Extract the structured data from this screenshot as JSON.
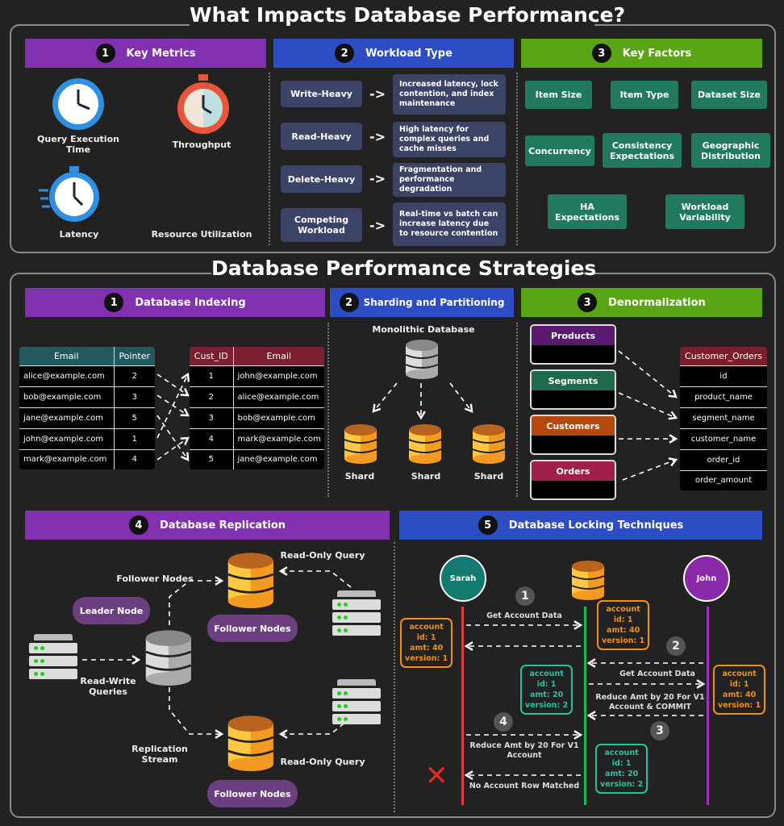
{
  "title": "What Impacts Database Performance?",
  "impacts": {
    "metrics": {
      "num": "1",
      "label": "Key Metrics",
      "items": [
        "Query Execution Time",
        "Throughput",
        "Latency",
        "Resource Utilization"
      ]
    },
    "workload": {
      "num": "2",
      "label": "Workload Type",
      "rows": [
        {
          "type": "Write-Heavy",
          "effect": "Increased latency, lock contention, and index maintenance"
        },
        {
          "type": "Read-Heavy",
          "effect": "High latency for complex queries and cache misses"
        },
        {
          "type": "Delete-Heavy",
          "effect": "Fragmentation and performance degradation"
        },
        {
          "type": "Competing Workload",
          "effect": "Real-time vs batch can increase latency due to resource contention"
        }
      ]
    },
    "factors": {
      "num": "3",
      "label": "Key Factors",
      "items": [
        "Item Size",
        "Item Type",
        "Dataset Size",
        "Concurrency",
        "Consistency Expectations",
        "Geographic Distribution",
        "HA Expectations",
        "Workload Variability"
      ]
    }
  },
  "strategies_title": "Database Performance Strategies",
  "indexing": {
    "num": "1",
    "label": "Database Indexing",
    "index_table": {
      "headers": [
        "Email",
        "Pointer"
      ],
      "rows": [
        [
          "alice@example.com",
          "2"
        ],
        [
          "bob@example.com",
          "3"
        ],
        [
          "jane@example.com",
          "5"
        ],
        [
          "john@example.com",
          "1"
        ],
        [
          "mark@example.com",
          "4"
        ]
      ]
    },
    "data_table": {
      "headers": [
        "Cust_ID",
        "Email"
      ],
      "rows": [
        [
          "1",
          "john@example.com"
        ],
        [
          "2",
          "alice@example.com"
        ],
        [
          "3",
          "bob@example.com"
        ],
        [
          "4",
          "mark@example.com"
        ],
        [
          "5",
          "jane@example.com"
        ]
      ]
    }
  },
  "sharding": {
    "num": "2",
    "label": "Sharding and Partitioning",
    "mono": "Monolithic Database",
    "shards": [
      "Shard",
      "Shard",
      "Shard"
    ]
  },
  "denorm": {
    "num": "3",
    "label": "Denormalization",
    "sources": [
      "Products",
      "Segments",
      "Customers",
      "Orders"
    ],
    "target": "Customer_Orders",
    "fields": [
      "id",
      "product_name",
      "segment_name",
      "customer_name",
      "order_id",
      "order_amount"
    ]
  },
  "replication": {
    "num": "4",
    "label": "Database Replication",
    "leader": "Leader Node",
    "follower_label": "Follower Nodes",
    "follower_pill": "Follower Nodes",
    "read_write": "Read-Write Queries",
    "read_only": "Read-Only Query",
    "stream": "Replication Stream"
  },
  "locking": {
    "num": "5",
    "label": "Database Locking Techniques",
    "sarah": "Sarah",
    "john": "John",
    "steps": [
      "1",
      "2",
      "3",
      "4"
    ],
    "messages": {
      "get1": "Get Account Data",
      "get2": "Get Account Data",
      "reduce_john": "Reduce Amt by 20 For V1 Account & COMMIT",
      "reduce_sarah": "Reduce Amt by 20 For V1 Account",
      "no_match": "No Account Row Matched"
    },
    "v1": [
      "account",
      "id: 1",
      "amt: 40",
      "version: 1"
    ],
    "v2": [
      "account",
      "id: 1",
      "amt: 20",
      "version: 2"
    ]
  },
  "colors": {
    "purple": "#8130b0",
    "blue": "#2d4dc4",
    "green": "#5aa516",
    "teal": "#217a5f",
    "orange": "#f0901a"
  }
}
